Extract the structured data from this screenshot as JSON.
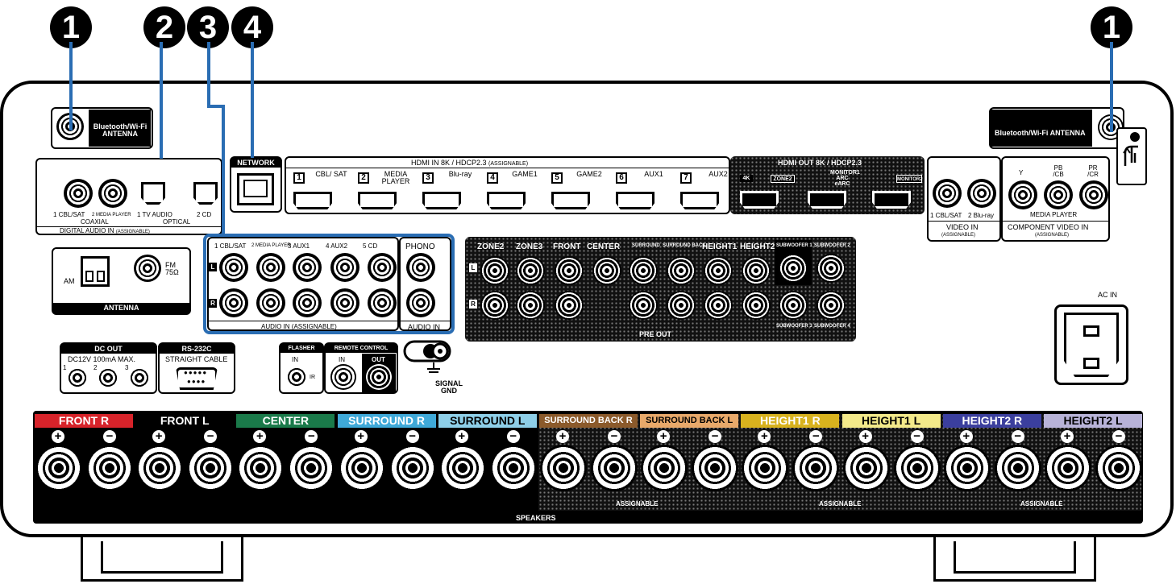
{
  "callouts": [
    "1",
    "2",
    "3",
    "4",
    "1"
  ],
  "antenna": {
    "left_label": "Bluetooth/Wi-Fi ANTENNA",
    "right_label": "Bluetooth/Wi-Fi ANTENNA"
  },
  "digital_audio": {
    "inputs": [
      "1 CBL/SAT",
      "2 MEDIA PLAYER",
      "1 TV AUDIO",
      "2 CD"
    ],
    "coaxial": "COAXIAL",
    "optical": "OPTICAL",
    "title": "DIGITAL AUDIO IN",
    "assignable": "(ASSIGNABLE)"
  },
  "network": "NETWORK",
  "hdmi_in": {
    "title": "HDMI IN 8K / HDCP2.3",
    "assignable": "(ASSIGNABLE)",
    "ports": [
      {
        "n": "1",
        "name": "CBL/ SAT"
      },
      {
        "n": "2",
        "name": "MEDIA PLAYER"
      },
      {
        "n": "3",
        "name": "Blu-ray"
      },
      {
        "n": "4",
        "name": "GAME1"
      },
      {
        "n": "5",
        "name": "GAME2"
      },
      {
        "n": "6",
        "name": "AUX1"
      },
      {
        "n": "7",
        "name": "AUX2"
      }
    ]
  },
  "hdmi_out": {
    "title": "HDMI OUT 8K / HDCP2.3",
    "ports": [
      "4K",
      "ZONE2",
      "MONITOR1 ARC eARC",
      "MONITOR2"
    ]
  },
  "video_in": {
    "inputs": [
      "1 CBL/SAT",
      "2 Blu-ray"
    ],
    "title": "VIDEO IN",
    "assignable": "(ASSIGNABLE)"
  },
  "component": {
    "labels": [
      "Y",
      "PB /CB",
      "PR /CR"
    ],
    "source": "MEDIA PLAYER",
    "title": "COMPONENT VIDEO IN",
    "assignable": "(ASSIGNABLE)"
  },
  "antenna_fm": {
    "am": "AM",
    "fm": "FM 75Ω",
    "title": "ANTENNA"
  },
  "audio_in": {
    "inputs": [
      "1 CBL/SAT",
      "2 MEDIA PLAYER",
      "3 AUX1",
      "4 AUX2",
      "5 CD"
    ],
    "phono": "PHONO",
    "title": "AUDIO IN (ASSIGNABLE)",
    "phono_title": "AUDIO IN",
    "l": "L",
    "r": "R"
  },
  "pre_out": {
    "zones": [
      "ZONE2",
      "ZONE3"
    ],
    "channels": [
      "FRONT",
      "CENTER",
      "SURROUND",
      "SURROUND BACK",
      "HEIGHT1",
      "HEIGHT2"
    ],
    "sub_top": [
      "SUBWOOFER 1",
      "SUBWOOFER 2"
    ],
    "sub_bottom": [
      "SUBWOOFER 3",
      "SUBWOOFER 4"
    ],
    "title": "PRE OUT"
  },
  "ac_in": "AC IN",
  "dc_out": {
    "title": "DC OUT",
    "spec": "DC12V 100mA MAX.",
    "pins": [
      "1",
      "2",
      "3"
    ]
  },
  "rs232c": {
    "title": "RS-232C",
    "sub": "STRAIGHT CABLE"
  },
  "flasher": {
    "title": "FLASHER",
    "in": "IN",
    "ir": "IR"
  },
  "remote": {
    "title": "REMOTE CONTROL",
    "in": "IN",
    "out": "OUT"
  },
  "signal_gnd": "SIGNAL GND",
  "speakers": {
    "title": "SPEAKERS",
    "assignable": "ASSIGNABLE",
    "channels": [
      {
        "name": "FRONT",
        "side": "R",
        "color": "#d7232a"
      },
      {
        "name": "FRONT",
        "side": "L",
        "color": "#000000"
      },
      {
        "name": "CENTER",
        "side": "",
        "color": "#1a7a4a"
      },
      {
        "name": "SURROUND",
        "side": "R",
        "color": "#3fa9d8"
      },
      {
        "name": "SURROUND",
        "side": "L",
        "color": "#8ecfe8"
      },
      {
        "name": "SURROUND BACK",
        "side": "R",
        "color": "#8b5a2b"
      },
      {
        "name": "SURROUND BACK",
        "side": "L",
        "color": "#e8a96a"
      },
      {
        "name": "HEIGHT1",
        "side": "R",
        "color": "#d8b21e"
      },
      {
        "name": "HEIGHT1",
        "side": "L",
        "color": "#f3e98a"
      },
      {
        "name": "HEIGHT2",
        "side": "R",
        "color": "#3b3f9e"
      },
      {
        "name": "HEIGHT2",
        "side": "L",
        "color": "#b8b3d8"
      }
    ]
  }
}
